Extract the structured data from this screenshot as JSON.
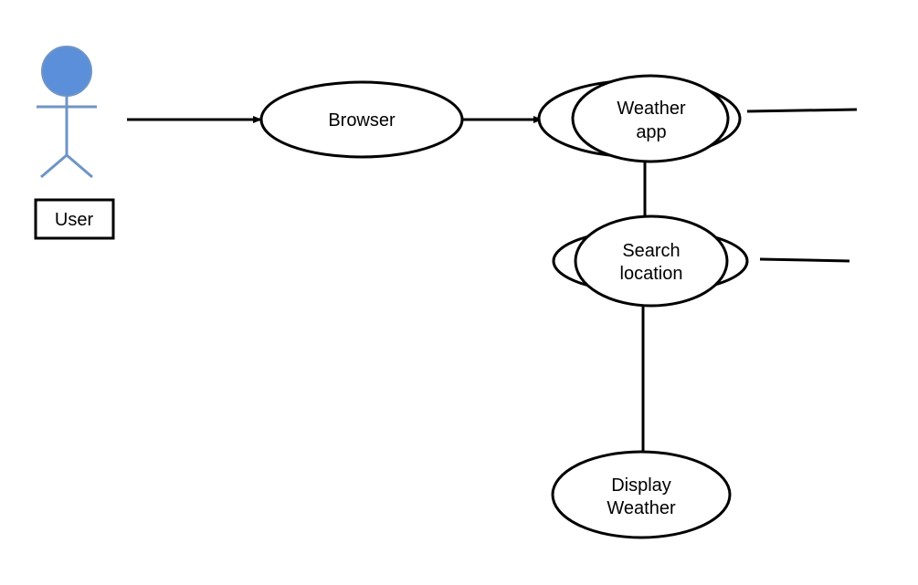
{
  "actor": {
    "label": "User",
    "head_fill": "#5b8fd9",
    "body_color": "#6f95c4"
  },
  "nodes": {
    "browser": {
      "label": "Browser"
    },
    "weather_app": {
      "line1": "Weather",
      "line2": "app"
    },
    "search_location": {
      "line1": "Search",
      "line2": "location"
    },
    "display_weather": {
      "line1": "Display",
      "line2": "Weather"
    }
  },
  "colors": {
    "stroke": "#000000",
    "background": "#ffffff"
  }
}
